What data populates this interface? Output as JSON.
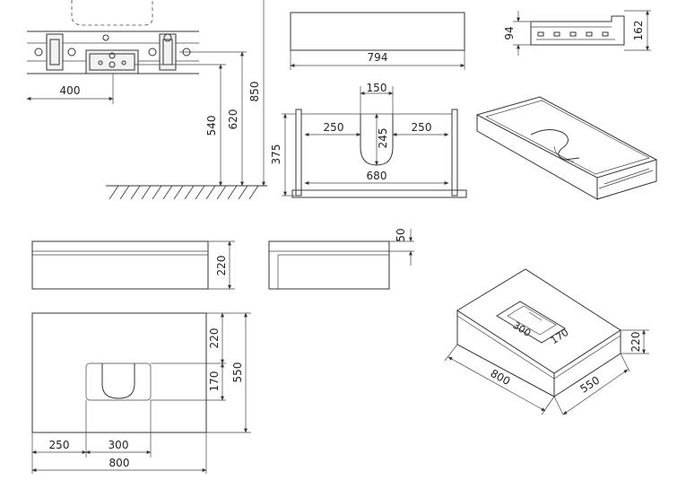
{
  "dimensions": {
    "wall_hole_offset": "400",
    "height_540": "540",
    "height_620": "620",
    "height_850": "850",
    "top_length": "794",
    "side_94": "94",
    "side_162": "162",
    "cutout_width": "150",
    "drawer_left": "250",
    "drawer_right": "250",
    "cutout_depth": "245",
    "drawer_depth": "375",
    "drawer_width": "680",
    "front_height": "220",
    "side_top": "50",
    "plan_top": "220",
    "plan_cutout": "170",
    "plan_depth": "550",
    "plan_left": "250",
    "plan_cut_width": "300",
    "plan_width": "800",
    "iso_cut_width": "300",
    "iso_cut_depth": "170",
    "iso_height": "220",
    "iso_width": "800",
    "iso_depth": "550"
  }
}
